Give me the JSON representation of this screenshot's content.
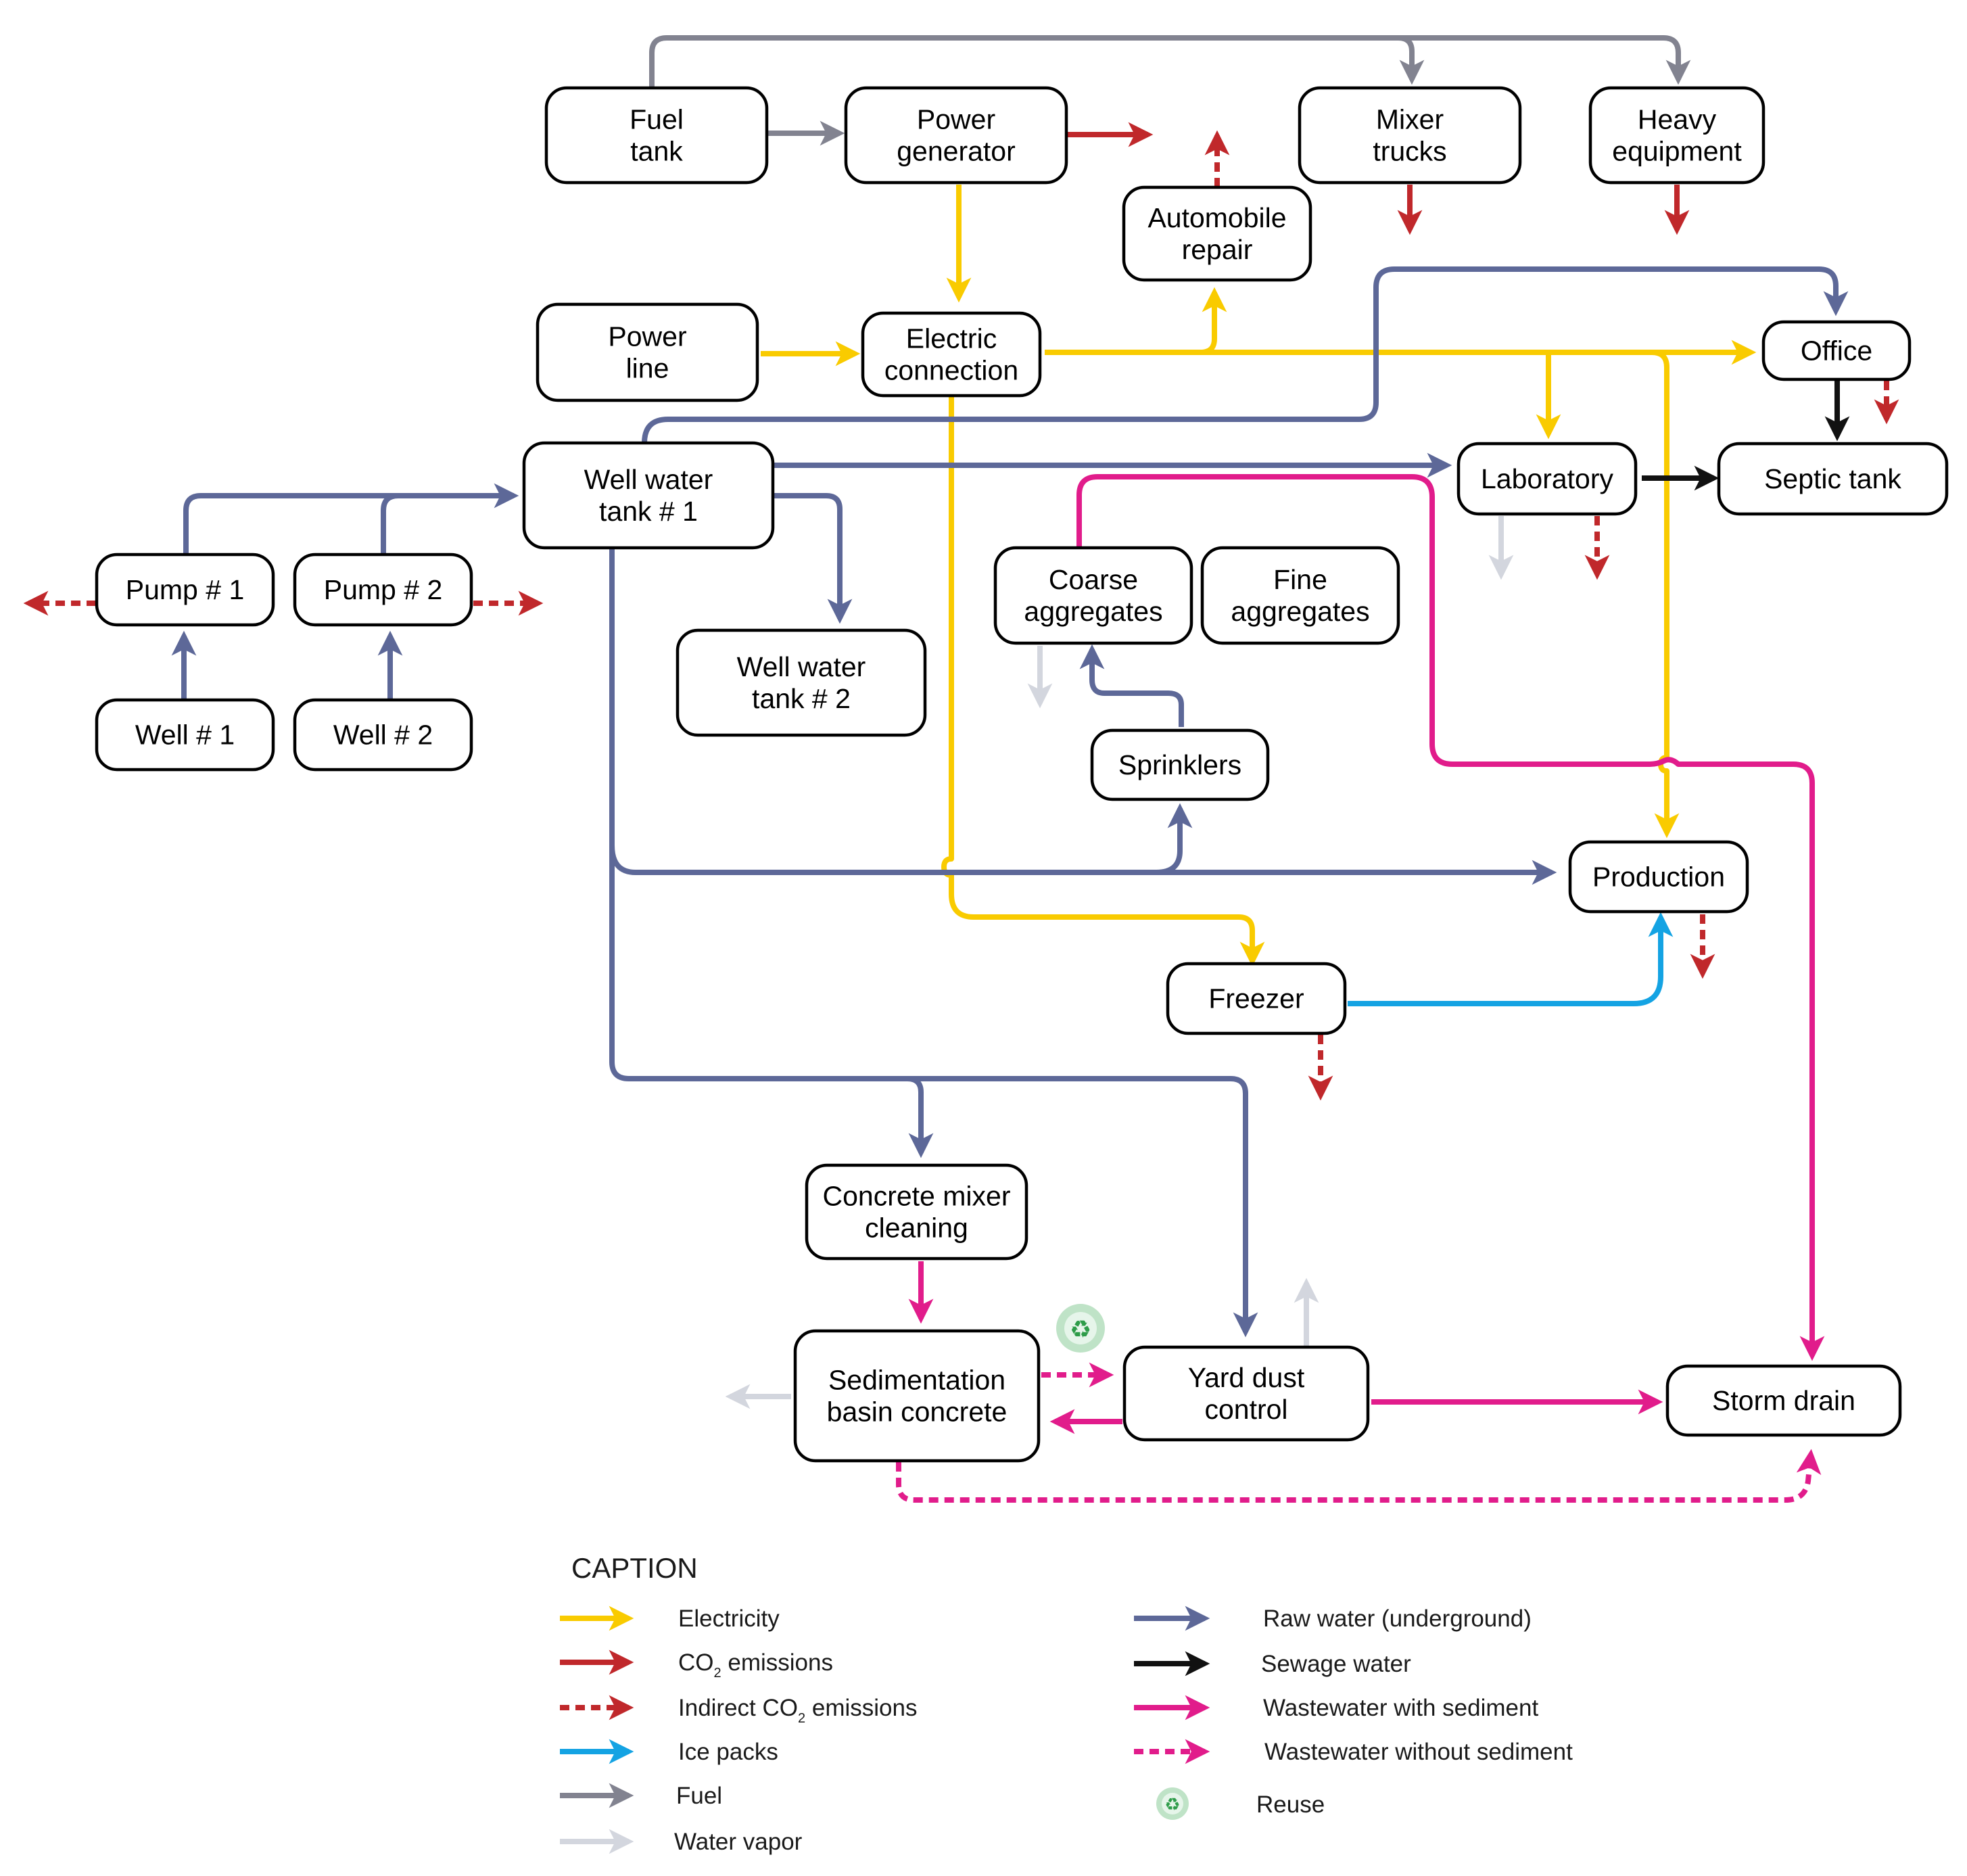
{
  "colors": {
    "electricity": "#f9cb00",
    "co2": "#c0282b",
    "ice": "#14a3e3",
    "fuel": "#828390",
    "vapor": "#d3d6de",
    "raw_water": "#5d6898",
    "sewage": "#111111",
    "wastewater": "#e11c8b",
    "reuse": "#2e9c49"
  },
  "nodes": {
    "fuel_tank": [
      "Fuel",
      "tank"
    ],
    "power_generator": [
      "Power",
      "generator"
    ],
    "mixer_trucks": [
      "Mixer",
      "trucks"
    ],
    "heavy_equipment": [
      "Heavy",
      "equipment"
    ],
    "automobile_repair": [
      "Automobile",
      "repair"
    ],
    "power_line": [
      "Power",
      "line"
    ],
    "electric_connection": [
      "Electric",
      "connection"
    ],
    "office": [
      "Office"
    ],
    "laboratory": [
      "Laboratory"
    ],
    "septic_tank": [
      "Septic tank"
    ],
    "well_water_tank_1": [
      "Well water",
      "tank # 1"
    ],
    "well_water_tank_2": [
      "Well water",
      "tank # 2"
    ],
    "pump_1": [
      "Pump # 1"
    ],
    "pump_2": [
      "Pump # 2"
    ],
    "well_1": [
      "Well # 1"
    ],
    "well_2": [
      "Well # 2"
    ],
    "coarse_aggregates": [
      "Coarse",
      "aggregates"
    ],
    "fine_aggregates": [
      "Fine",
      "aggregates"
    ],
    "sprinklers": [
      "Sprinklers"
    ],
    "production": [
      "Production"
    ],
    "freezer": [
      "Freezer"
    ],
    "concrete_mixer_cleaning": [
      "Concrete mixer",
      "cleaning"
    ],
    "sedimentation_basin": [
      "Sedimentation",
      "basin  concrete"
    ],
    "yard_dust_control": [
      "Yard dust",
      "control"
    ],
    "storm_drain": [
      "Storm drain"
    ]
  },
  "legend": {
    "title": "CAPTION",
    "electricity": "Electricity",
    "co2": "CO",
    "co2_sub": "2",
    "co2_rest": " emissions",
    "indirect_co2": "Indirect CO",
    "indirect_co2_sub": "2",
    "indirect_co2_rest": " emissions",
    "ice_packs": "Ice packs",
    "fuel": "Fuel",
    "water_vapor": "Water vapor",
    "raw_water": "Raw water (underground)",
    "sewage_water": "Sewage water",
    "wastewater_with": "Wastewater with sediment",
    "wastewater_without": "Wastewater without sediment",
    "reuse": "Reuse"
  },
  "reuse_icon": "recycle-icon"
}
